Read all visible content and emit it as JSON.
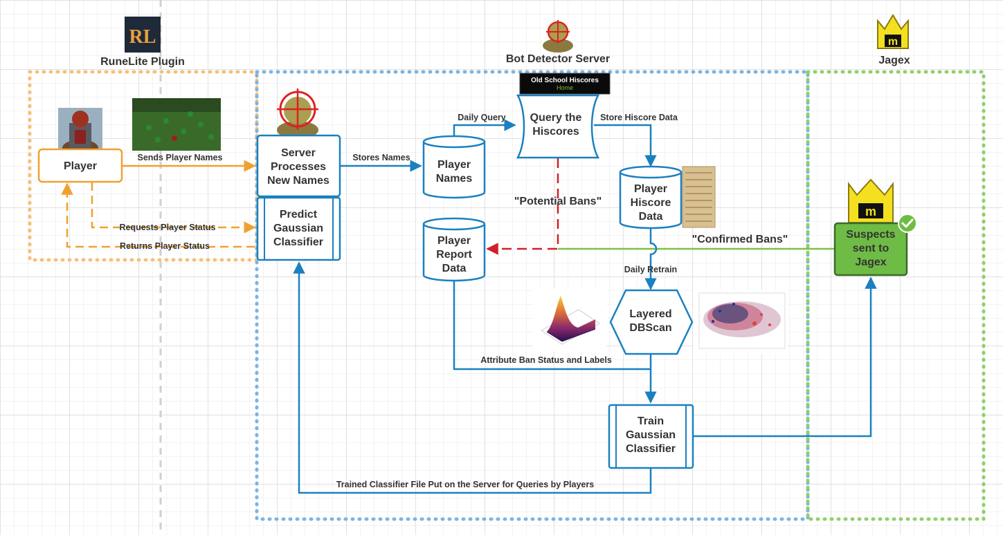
{
  "colors": {
    "orange": "#f0a030",
    "orange_zone": "#f6c07a",
    "blue": "#1a80c0",
    "blue_zone": "#7db4e0",
    "green": "#7cc243",
    "green_zone": "#8fd06a",
    "red": "#d0202a",
    "green_node": "#6ebc45",
    "node_text": "#333333"
  },
  "zones": {
    "runelite": {
      "title": "RuneLite Plugin",
      "logo_text": "RL"
    },
    "server": {
      "title": "Bot Detector Server"
    },
    "jagex": {
      "title": "Jagex",
      "logo_text": "m"
    }
  },
  "nodes": {
    "player": {
      "label": "Player"
    },
    "server_processes": {
      "lines": [
        "Server",
        "Processes",
        "New Names"
      ]
    },
    "predict": {
      "lines": [
        "Predict",
        "Gaussian",
        "Classifier"
      ]
    },
    "player_names": {
      "lines": [
        "Player",
        "Names"
      ]
    },
    "query_hiscores": {
      "lines": [
        "Query the",
        "Hiscores"
      ]
    },
    "hiscores_banner": {
      "title": "Old School Hiscores",
      "sub": "Home"
    },
    "player_hiscore_data": {
      "lines": [
        "Player",
        "Hiscore",
        "Data"
      ]
    },
    "player_report_data": {
      "lines": [
        "Player",
        "Report",
        "Data"
      ]
    },
    "layered_dbscan": {
      "lines": [
        "Layered",
        "DBScan"
      ]
    },
    "train_gaussian": {
      "lines": [
        "Train",
        "Gaussian",
        "Classifier"
      ]
    },
    "suspects": {
      "lines": [
        "Suspects",
        "sent to",
        "Jagex"
      ]
    }
  },
  "edges": {
    "sends_player_names": "Sends Player Names",
    "requests_player_status": "Requests Player Status",
    "returns_player_status": "Returns Player Status",
    "stores_names": "Stores Names",
    "daily_query": "Daily Query",
    "store_hiscore_data": "Store Hiscore Data",
    "potential_bans": "\"Potential Bans\"",
    "confirmed_bans": "\"Confirmed Bans\"",
    "daily_retrain": "Daily Retrain",
    "attribute_ban_status": "Attribute Ban Status and Labels",
    "trained_classifier": "Trained Classifier File Put on the Server for Queries by Players"
  }
}
